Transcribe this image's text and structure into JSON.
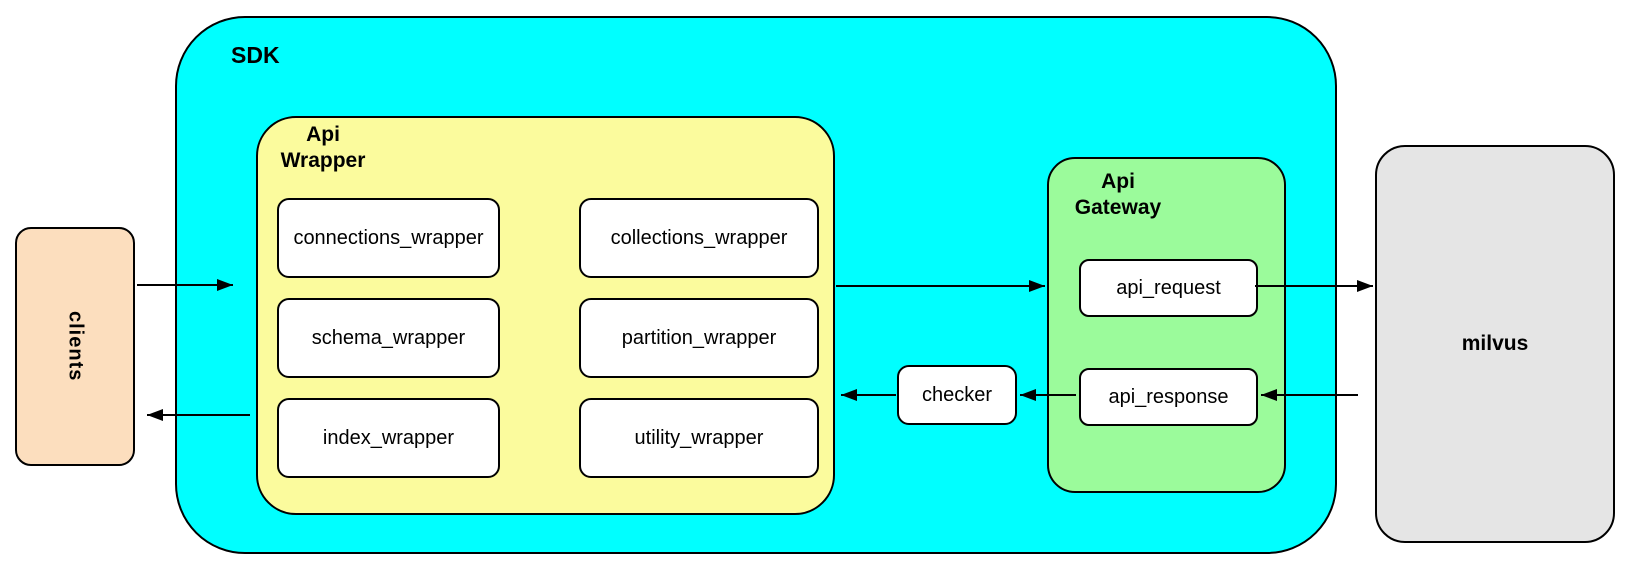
{
  "colors": {
    "canvas_bg": "#ffffff",
    "sdk_fill": "#00ffff",
    "wrapper_fill": "#fbfb9d",
    "gateway_fill": "#9bfb9b",
    "clients_fill": "#fcdebe",
    "milvus_fill": "#e5e5e5",
    "box_fill": "#ffffff",
    "stroke": "#000000"
  },
  "nodes": {
    "clients": {
      "label": "clients"
    },
    "sdk": {
      "label": "SDK"
    },
    "api_wrapper": {
      "label": "Api\nWrapper",
      "modules": [
        {
          "label": "connections_wrapper"
        },
        {
          "label": "collections_wrapper"
        },
        {
          "label": "schema_wrapper"
        },
        {
          "label": "partition_wrapper"
        },
        {
          "label": "index_wrapper"
        },
        {
          "label": "utility_wrapper"
        }
      ]
    },
    "checker": {
      "label": "checker"
    },
    "api_gateway": {
      "label": "Api\nGateway",
      "request": {
        "label": "api_request"
      },
      "response": {
        "label": "api_response"
      }
    },
    "milvus": {
      "label": "milvus"
    }
  },
  "connections": [
    {
      "from": "clients",
      "to": "api_wrapper"
    },
    {
      "from": "api_wrapper",
      "to": "clients"
    },
    {
      "from": "api_wrapper",
      "to": "api_request"
    },
    {
      "from": "api_request",
      "to": "milvus"
    },
    {
      "from": "milvus",
      "to": "api_response"
    },
    {
      "from": "api_response",
      "to": "checker"
    },
    {
      "from": "checker",
      "to": "api_wrapper"
    }
  ]
}
